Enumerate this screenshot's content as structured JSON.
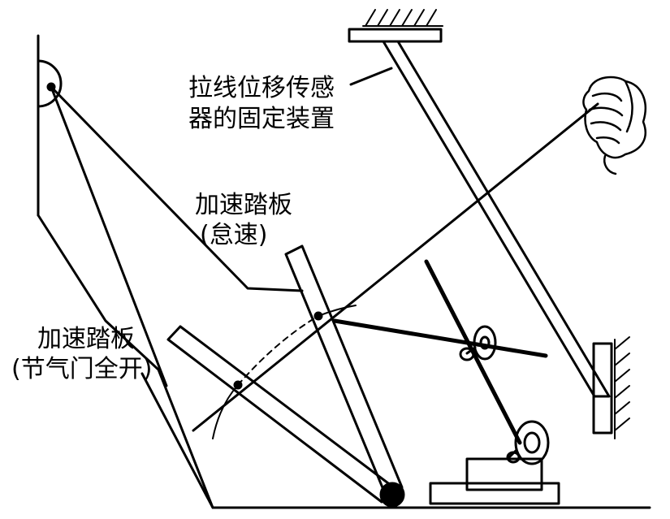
{
  "labels": {
    "sensor_mount_line1": "拉线位移传感",
    "sensor_mount_line2": "器的固定装置",
    "pedal_idle_line1": "加速踏板",
    "pedal_idle_line2": "(怠速)",
    "pedal_full_line1": "加速踏板",
    "pedal_full_line2": "(节气门全开)"
  },
  "colors": {
    "ink": "#000000",
    "background": "#ffffff"
  }
}
